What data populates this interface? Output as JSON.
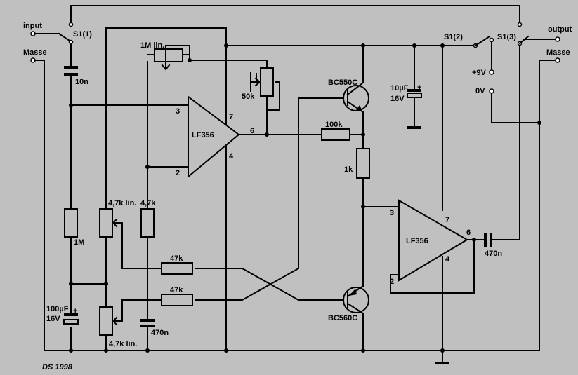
{
  "terminals": {
    "input": "input",
    "masse_left": "Masse",
    "output": "output",
    "masse_right": "Masse",
    "plus9v": "+9V",
    "zero_v": "0V"
  },
  "switches": {
    "s1_1": "S1(1)",
    "s1_2": "S1(2)",
    "s1_3": "S1(3)"
  },
  "components": {
    "c_in": "10n",
    "pot_1m": "1M lin.",
    "trim_50k": "50k",
    "t1": "BC550C",
    "c_10u_val": "10µF",
    "c_10u_volt": "16V",
    "opamp1": "LF356",
    "opamp2": "LF356",
    "r_100k": "100k",
    "r_1k": "1k",
    "r_1m": "1M",
    "pot_a": "4,7k lin.",
    "r_4k7": "4,7k",
    "pot_b": "4,7k lin.",
    "r_47k_a": "47k",
    "r_47k_b": "47k",
    "c_100u_val": "100µF",
    "c_100u_volt": "16V",
    "c_470n_a": "470n",
    "c_470n_b": "470n",
    "t2": "BC560C"
  },
  "pins": {
    "op1_in_plus": "3",
    "op1_in_minus": "2",
    "op1_vplus": "7",
    "op1_out": "6",
    "op1_vminus": "4",
    "op2_in_plus": "3",
    "op2_in_minus": "2",
    "op2_vplus": "7",
    "op2_out": "6",
    "op2_vminus": "4"
  },
  "signature": "DS 1998",
  "colors": {
    "background": "#c0c0c0",
    "wire": "#000000",
    "terminal": "#ffffff"
  }
}
